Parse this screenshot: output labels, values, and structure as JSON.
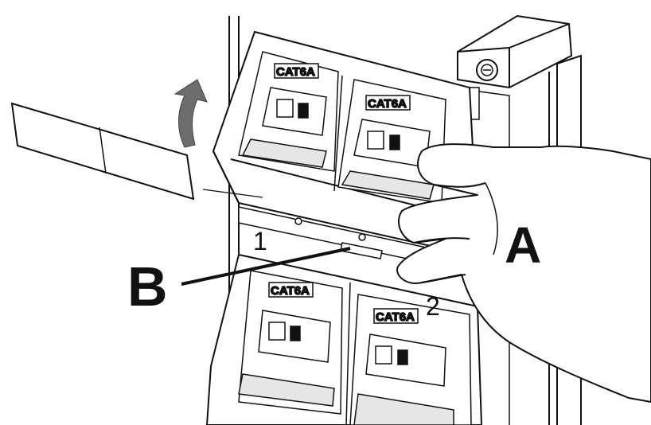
{
  "labels": {
    "a": "A",
    "b": "B",
    "step1": "1",
    "step2": "2"
  },
  "port_labels": [
    "CAT6A",
    "CAT6A",
    "CAT6A",
    "CAT6A"
  ],
  "colors": {
    "line": "#111111",
    "arrow": "#6d6d6d",
    "background": "#ffffff",
    "shade": "#e6e6e6"
  },
  "icons": {
    "direction_arrow": "curved-up-arrow-icon",
    "hand": "hand-icon",
    "screw": "screw-icon"
  }
}
